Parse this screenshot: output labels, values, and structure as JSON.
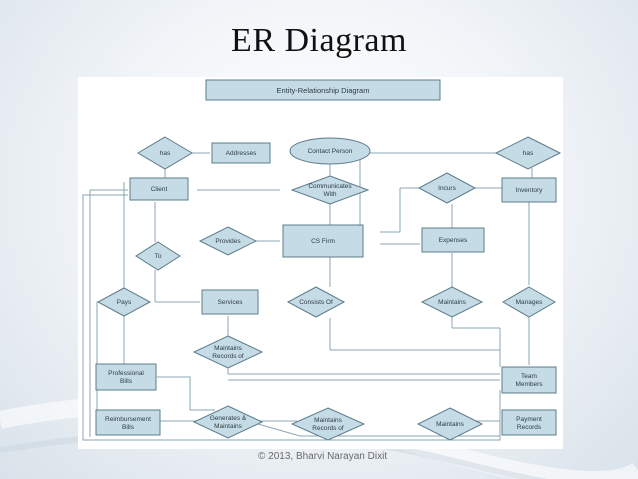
{
  "slide": {
    "title": "ER Diagram",
    "footer": "© 2013, Bharvi Narayan Dixit"
  },
  "diagram": {
    "banner": "Entity-Relationship Diagram",
    "entities": {
      "addresses": "Addresses",
      "client": "Client",
      "cs_firm": "CS Firm",
      "expenses": "Expenses",
      "inventory": "Inventory",
      "services": "Services",
      "professional_bills": [
        "Professional",
        "Bills"
      ],
      "team_members": [
        "Team",
        "Members"
      ],
      "reimbursement_bills": [
        "Reimbursement",
        "Bills"
      ],
      "payment_records": [
        "Payment",
        "Records"
      ]
    },
    "relationships": {
      "client_has": "has",
      "inventory_has": "has",
      "contact_person": "Contact Person",
      "communicates_with": [
        "Communicates",
        "With"
      ],
      "incurs": "Incurs",
      "provides": "Provides",
      "to": "To",
      "pays": "Pays",
      "consists_of": "Consists Of",
      "maintains_expenses": "Maintains",
      "manages": "Manages",
      "maintains_records_of_services": [
        "Maintains",
        "Records of"
      ],
      "generates_maintains": [
        "Generates &",
        "Maintains"
      ],
      "maintains_records_of_bills": [
        "Maintains",
        "Records of"
      ],
      "maintains_payment": "Maintains"
    },
    "colors": {
      "fill": "#c5dbe5",
      "stroke": "#5b7c8b",
      "line": "#8ea6b3",
      "text": "#2f3d45"
    }
  }
}
